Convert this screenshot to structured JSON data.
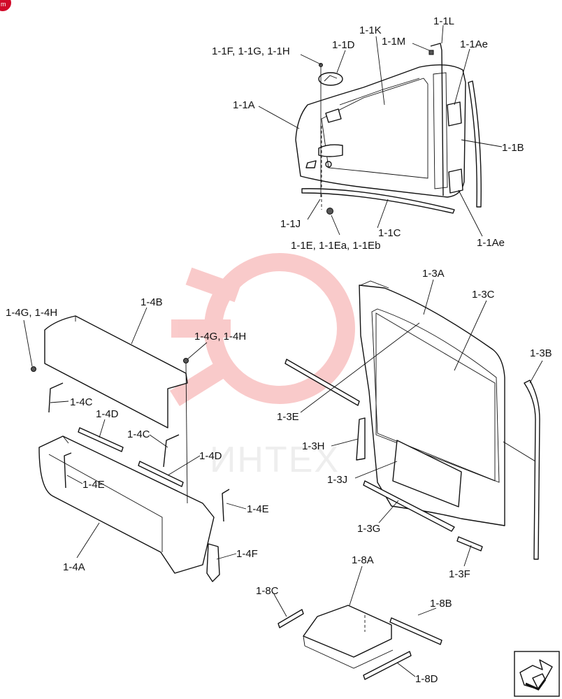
{
  "watermark": {
    "text": "ИНТЕХ",
    "color": "#f06a6a"
  },
  "labels": {
    "l_1_1F": "1-1F, 1-1G, 1-1H",
    "l_1_1D": "1-1D",
    "l_1_1K": "1-1K",
    "l_1_1M": "1-1M",
    "l_1_1L": "1-1L",
    "l_1_1Ae_top": "1-1Ae",
    "l_1_1A": "1-1A",
    "l_1_1B": "1-1B",
    "l_1_1J": "1-1J",
    "l_1_1C": "1-1C",
    "l_1_1E": "1-1E, 1-1Ea, 1-1Eb",
    "l_1_1Ae_bottom": "1-1Ae",
    "l_1_3A": "1-3A",
    "l_1_3C": "1-3C",
    "l_1_3B": "1-3B",
    "l_1_3E": "1-3E",
    "l_1_3H": "1-3H",
    "l_1_3J": "1-3J",
    "l_1_3G": "1-3G",
    "l_1_3F": "1-3F",
    "l_1_4G_left": "1-4G, 1-4H",
    "l_1_4B": "1-4B",
    "l_1_4G_right": "1-4G, 1-4H",
    "l_1_4C_left": "1-4C",
    "l_1_4D_top": "1-4D",
    "l_1_4C_right": "1-4C",
    "l_1_4D_right": "1-4D",
    "l_1_4E_left": "1-4E",
    "l_1_4E_right": "1-4E",
    "l_1_4F": "1-4F",
    "l_1_4A": "1-4A",
    "l_1_8A": "1-8A",
    "l_1_8C": "1-8C",
    "l_1_8B": "1-8B",
    "l_1_8D": "1-8D"
  },
  "nav": {
    "icon": "next-page-arrow-icon"
  }
}
